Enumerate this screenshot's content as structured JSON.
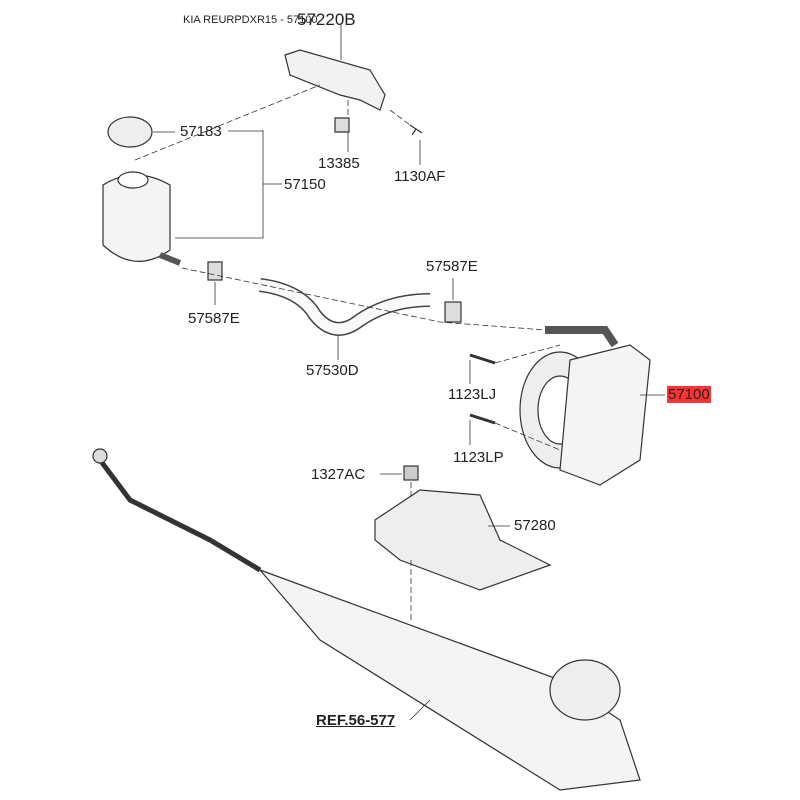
{
  "title": "KIA REURPDXR15 - 57100",
  "highlight_color": "#ff3333",
  "parts": {
    "p57220B": "57220B",
    "p57183": "57183",
    "p13385": "13385",
    "p1130AF": "1130AF",
    "p57150": "57150",
    "p57587E_a": "57587E",
    "p57587E_b": "57587E",
    "p57530D": "57530D",
    "p1123LJ": "1123LJ",
    "p57100": "57100",
    "p1123LP": "1123LP",
    "p1327AC": "1327AC",
    "p57280": "57280",
    "ref": "REF.56-577"
  }
}
